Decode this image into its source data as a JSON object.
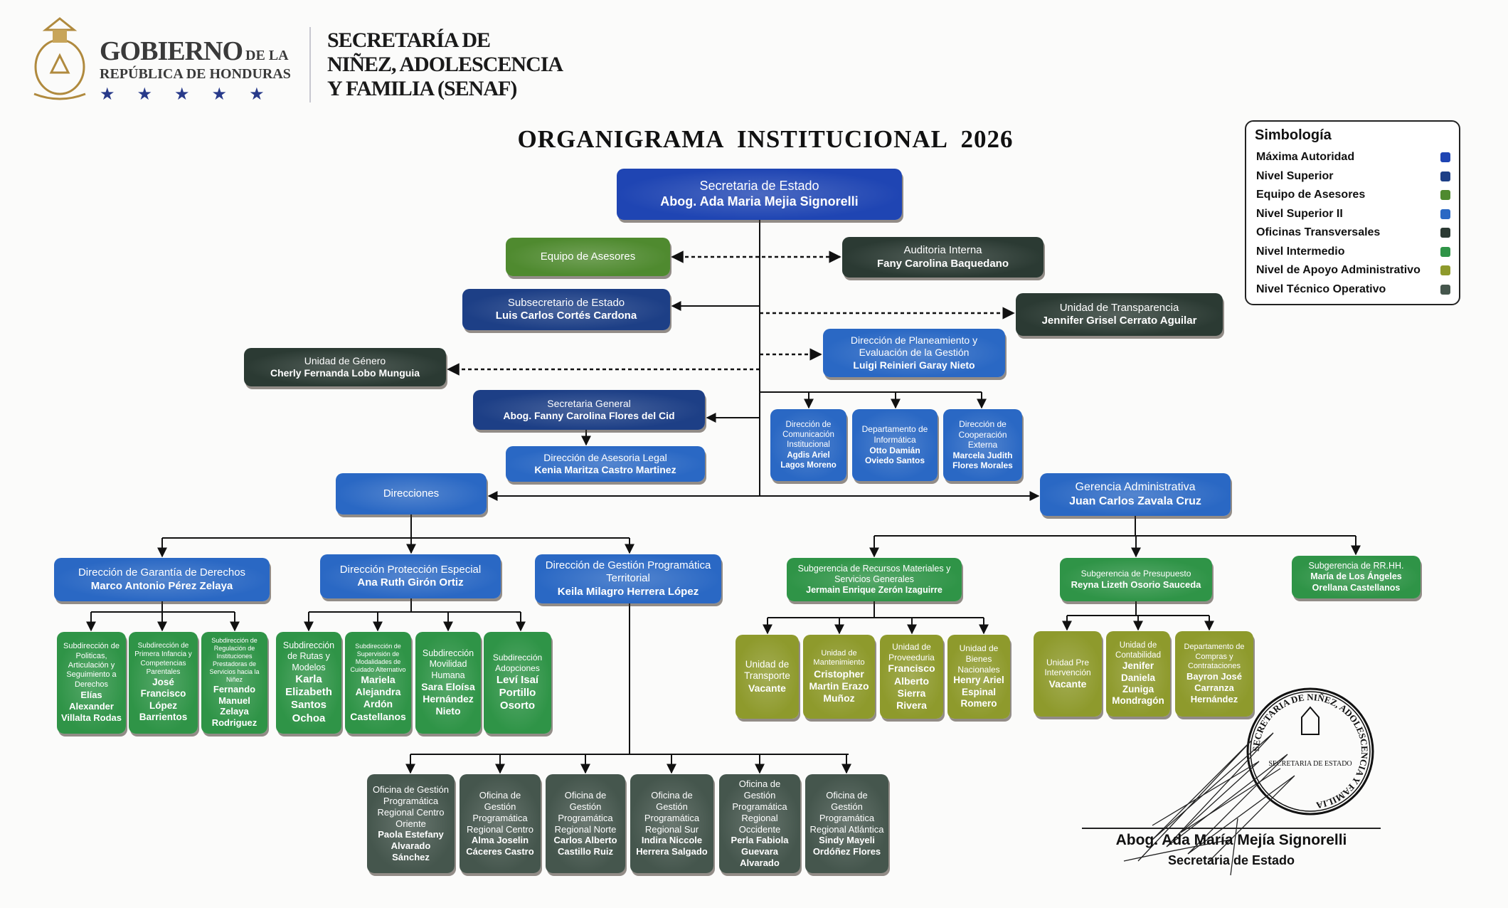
{
  "header": {
    "gov_big": "GOBIERNO",
    "gov_small": "DE LA",
    "gov_line2": "REPÚBLICA DE HONDURAS",
    "stars": "★★★★★",
    "secretaria_line1": "SECRETARÍA DE",
    "secretaria_line2": "NIÑEZ, ADOLESCENCIA",
    "secretaria_line3": "Y FAMILIA (SENAF)"
  },
  "title": "ORGANIGRAMA  INSTITUCIONAL  2026",
  "legend": {
    "title": "Simbología",
    "items": [
      {
        "key": "maxima",
        "label": "Máxima Autoridad",
        "color": "#1f45b3"
      },
      {
        "key": "superior",
        "label": "Nivel Superior",
        "color": "#1d3f86"
      },
      {
        "key": "asesores",
        "label": "Equipo de Asesores",
        "color": "#4f8a2f"
      },
      {
        "key": "superior2",
        "label": "Nivel Superior II",
        "color": "#2a68c4"
      },
      {
        "key": "transversal",
        "label": "Oficinas Transversales",
        "color": "#2b3a33"
      },
      {
        "key": "intermedio",
        "label": "Nivel Intermedio",
        "color": "#2f9447"
      },
      {
        "key": "apoyo",
        "label": "Nivel de Apoyo Administrativo",
        "color": "#8e9a2c"
      },
      {
        "key": "tecnico",
        "label": "Nivel Técnico Operativo",
        "color": "#45564d"
      }
    ]
  },
  "units": {
    "secretaria_estado": {
      "level": "maxima",
      "title": "Secretaria de Estado",
      "name": "Abog. Ada Maria Mejia Signorelli"
    },
    "equipo_asesores": {
      "level": "asesores",
      "title": "Equipo de Asesores",
      "name": ""
    },
    "auditoria_interna": {
      "level": "transversal",
      "title": "Auditoria Interna",
      "name": "Fany Carolina Baquedano"
    },
    "subsecretario": {
      "level": "superior",
      "title": "Subsecretario de Estado",
      "name": "Luis Carlos Cortés Cardona"
    },
    "transparencia": {
      "level": "transversal",
      "title": "Unidad de Transparencia",
      "name": "Jennifer Grisel Cerrato Aguilar"
    },
    "planeamiento": {
      "level": "superior2",
      "title": "Dirección de Planeamiento y Evaluación de la Gestión",
      "name": "Luigi Reinieri Garay Nieto"
    },
    "genero": {
      "level": "transversal",
      "title": "Unidad de Género",
      "name": "Cherly Fernanda Lobo Munguia"
    },
    "secretaria_general": {
      "level": "superior",
      "title": "Secretaria General",
      "name": "Abog. Fanny Carolina Flores del Cid"
    },
    "asesoria_legal": {
      "level": "superior2",
      "title": "Dirección de Asesoria Legal",
      "name": "Kenia Maritza Castro Martinez"
    },
    "comunicacion": {
      "level": "superior2",
      "title": "Dirección de Comunicación Institucional",
      "name": "Agdis Ariel Lagos Moreno"
    },
    "informatica": {
      "level": "superior2",
      "title": "Departamento de Informática",
      "name": "Otto Damián Oviedo Santos"
    },
    "cooperacion": {
      "level": "superior2",
      "title": "Dirección de Cooperación Externa",
      "name": "Marcela Judith Flores Morales"
    },
    "direcciones": {
      "level": "superior2",
      "title": "Direcciones",
      "name": ""
    },
    "gerencia_adm": {
      "level": "superior2",
      "title": "Gerencia Administrativa",
      "name": "Juan Carlos Zavala Cruz"
    },
    "dir_garantia": {
      "level": "superior2",
      "title": "Dirección de Garantía de Derechos",
      "name": "Marco Antonio Pérez Zelaya"
    },
    "dir_proteccion": {
      "level": "superior2",
      "title": "Dirección Protección Especial",
      "name": "Ana Ruth Girón Ortiz"
    },
    "dir_gestion": {
      "level": "superior2",
      "title": "Dirección de Gestión Programática Territorial",
      "name": "Keila Milagro Herrera López"
    },
    "sub_politicas": {
      "level": "intermedio",
      "title": "Subdirección de Politicas, Articulación y Seguimiento a Derechos",
      "name": "Elías Alexander Villalta Rodas"
    },
    "sub_primera_infancia": {
      "level": "intermedio",
      "title": "Subdirección de Primera Infancia y Competencias Parentales",
      "name": "José Francisco López Barrientos"
    },
    "sub_regulacion": {
      "level": "intermedio",
      "title": "Subdirección de Regulación de Instituciones Prestadoras de Servicios hacia la Niñez",
      "name": "Fernando Manuel Zelaya Rodriguez"
    },
    "sub_rutas": {
      "level": "intermedio",
      "title": "Subdirección de Rutas y Modelos",
      "name": "Karla Elizabeth Santos Ochoa"
    },
    "sub_supervision": {
      "level": "intermedio",
      "title": "Subdirección de Supervisión de Modalidades de Cuidado Alternativo",
      "name": "Mariela Alejandra Ardón Castellanos"
    },
    "sub_movilidad": {
      "level": "intermedio",
      "title": "Subdirección Movilidad Humana",
      "name": "Sara Eloísa Hernández Nieto"
    },
    "sub_adopciones": {
      "level": "intermedio",
      "title": "Subdirección Adopciones",
      "name": "Leví Isaí Portillo Osorto"
    },
    "of_centro_oriente": {
      "level": "tecnico",
      "title": "Oficina de Gestión Programática Regional Centro Oriente",
      "name": "Paola Estefany Alvarado Sánchez"
    },
    "of_centro": {
      "level": "tecnico",
      "title": "Oficina de Gestión Programática Regional Centro",
      "name": "Alma Joselin Cáceres Castro"
    },
    "of_norte": {
      "level": "tecnico",
      "title": "Oficina de Gestión Programática Regional Norte",
      "name": "Carlos Alberto Castillo Ruiz"
    },
    "of_sur": {
      "level": "tecnico",
      "title": "Oficina de Gestión Programática Regional Sur",
      "name": "Indira Niccole Herrera Salgado"
    },
    "of_occidente": {
      "level": "tecnico",
      "title": "Oficina de Gestión Programática Regional Occidente",
      "name": "Perla Fabiola Guevara Alvarado"
    },
    "of_atlantica": {
      "level": "tecnico",
      "title": "Oficina de Gestión Programática Regional Atlántica",
      "name": "Sindy Mayeli Ordóñez Flores"
    },
    "subg_recursos": {
      "level": "intermedio",
      "title": "Subgerencia de Recursos Materiales y Servicios Generales",
      "name": "Jermain Enrique Zerón Izaguirre"
    },
    "subg_presupuesto": {
      "level": "intermedio",
      "title": "Subgerencia de Presupuesto",
      "name": "Reyna Lizeth Osorio Sauceda"
    },
    "subg_rrhh": {
      "level": "intermedio",
      "title": "Subgerencia de RR.HH.",
      "name": "María de Los Ángeles Orellana Castellanos"
    },
    "u_transporte": {
      "level": "apoyo",
      "title": "Unidad de Transporte",
      "name": "Vacante"
    },
    "u_mantenimiento": {
      "level": "apoyo",
      "title": "Unidad de Mantenimiento",
      "name": "Cristopher Martin Erazo Muñoz"
    },
    "u_proveeduria": {
      "level": "apoyo",
      "title": "Unidad de Proveeduria",
      "name": "Francisco Alberto Sierra Rivera"
    },
    "u_bienes": {
      "level": "apoyo",
      "title": "Unidad de Bienes Nacionales",
      "name": "Henry Ariel Espinal Romero"
    },
    "u_preintervencion": {
      "level": "apoyo",
      "title": "Unidad Pre Intervención",
      "name": "Vacante"
    },
    "u_contabilidad": {
      "level": "apoyo",
      "title": "Unidad de Contabilidad",
      "name": "Jenifer Daniela Zuniga Mondragón"
    },
    "d_compras": {
      "level": "apoyo",
      "title": "Departamento de Compras y Contrataciones",
      "name": "Bayron José Carranza Hernández"
    }
  },
  "signature": {
    "name": "Abog. Ada María Mejía Signorelli",
    "role": "Secretaria de Estado"
  },
  "seal": {
    "ring_text": "SECRETARIA DE NIÑEZ, ADOLESCENCIA Y FAMILIA",
    "center_text": "SECRETARIA DE ESTADO"
  }
}
